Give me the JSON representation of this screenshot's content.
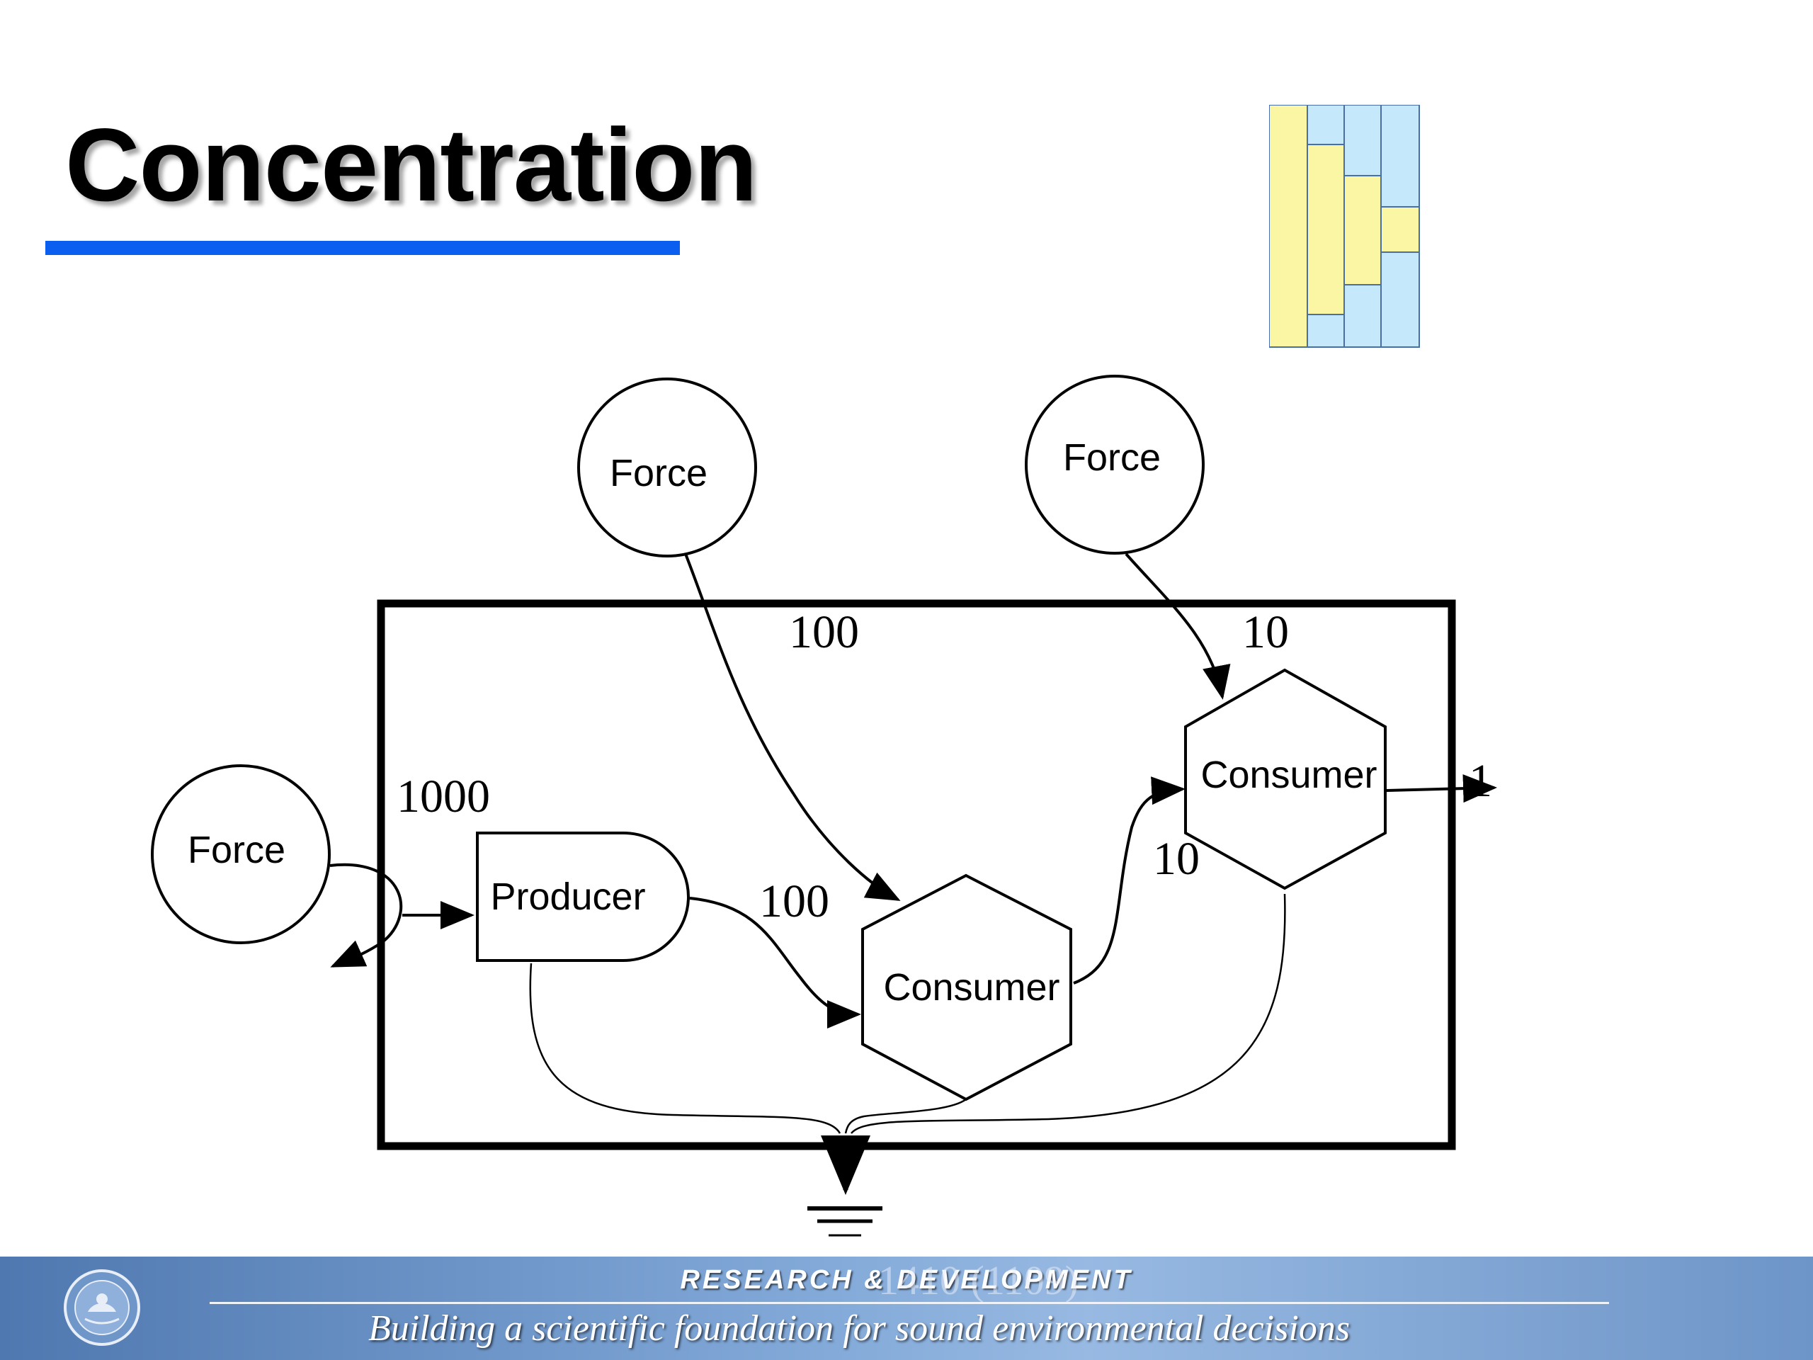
{
  "slide": {
    "title": "Concentration",
    "accent_color": "#0a5ff0"
  },
  "diagram": {
    "nodes": {
      "force_left": "Force",
      "force_top_left": "Force",
      "force_top_right": "Force",
      "producer": "Producer",
      "consumer_1": "Consumer",
      "consumer_2": "Consumer"
    },
    "flow_labels": {
      "source_to_producer": "1000",
      "producer_to_consumer1": "100",
      "force_to_consumer1": "100",
      "force_to_consumer2": "10",
      "consumer1_to_consumer2": "10",
      "consumer2_output": "1"
    },
    "icons": [
      "force-source-icon",
      "producer-icon",
      "consumer-icon",
      "heat-sink-icon"
    ]
  },
  "footer": {
    "heading": "RESEARCH & DEVELOPMENT",
    "overlay_text": "1410 (1109)",
    "tagline": "Building a scientific foundation for sound environmental decisions",
    "logo": "epa-seal-icon"
  },
  "colors": {
    "icon_yellow": "#fbf6a4",
    "icon_blue": "#c6e8fb",
    "footer_blue": "#7fa6d6"
  }
}
